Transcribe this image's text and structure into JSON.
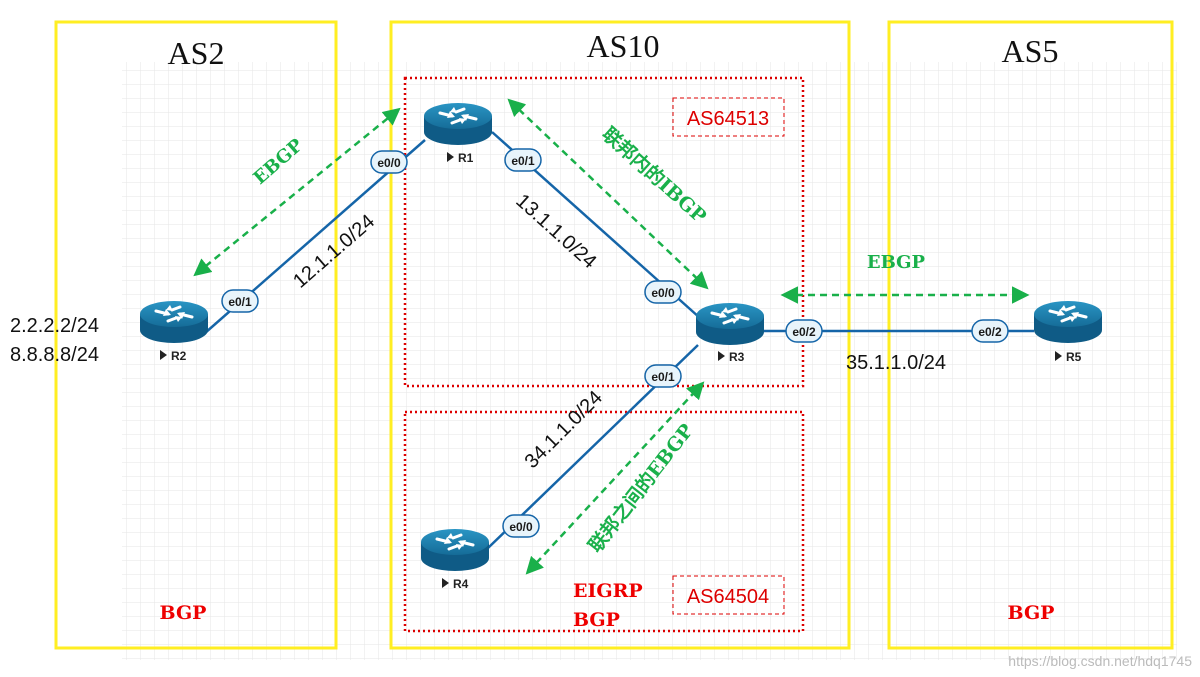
{
  "as_boxes": {
    "left": {
      "title": "AS2",
      "protocol": "BGP"
    },
    "middle": {
      "title": "AS10"
    },
    "right": {
      "title": "AS5",
      "protocol": "BGP"
    }
  },
  "sub_as": {
    "upper": {
      "label": "AS64513"
    },
    "lower": {
      "label": "AS64504",
      "protocols": [
        "EIGRP",
        "BGP"
      ]
    }
  },
  "routers": {
    "r1": {
      "name": "R1"
    },
    "r2": {
      "name": "R2"
    },
    "r3": {
      "name": "R3"
    },
    "r4": {
      "name": "R4"
    },
    "r5": {
      "name": "R5"
    }
  },
  "interfaces": {
    "r2_e01": "e0/1",
    "r1_e00": "e0/0",
    "r1_e01": "e0/1",
    "r3_e00": "e0/0",
    "r3_e01": "e0/1",
    "r3_e02": "e0/2",
    "r4_e00": "e0/0",
    "r5_e02": "e0/2"
  },
  "subnets": {
    "r2_r1": "12.1.1.0/24",
    "r1_r3": "13.1.1.0/24",
    "r3_r4": "34.1.1.0/24",
    "r3_r5": "35.1.1.0/24"
  },
  "loopbacks": [
    "2.2.2.2/24",
    "8.8.8.8/24"
  ],
  "sessions": {
    "r2_r1": "EBGP",
    "r1_r3": "联邦内的IBGP",
    "r4_r3": "联邦之间的EBGP",
    "r3_r5": "EBGP"
  },
  "watermark": "https://blog.csdn.net/hdq1745",
  "colors": {
    "as_border": "#ffee22",
    "sub_border": "#dd0000",
    "link": "#1565a8",
    "session": "#19b04a",
    "router": "#1678a4",
    "protocol_text": "#ee0000",
    "grid": "#e6e6e6"
  }
}
